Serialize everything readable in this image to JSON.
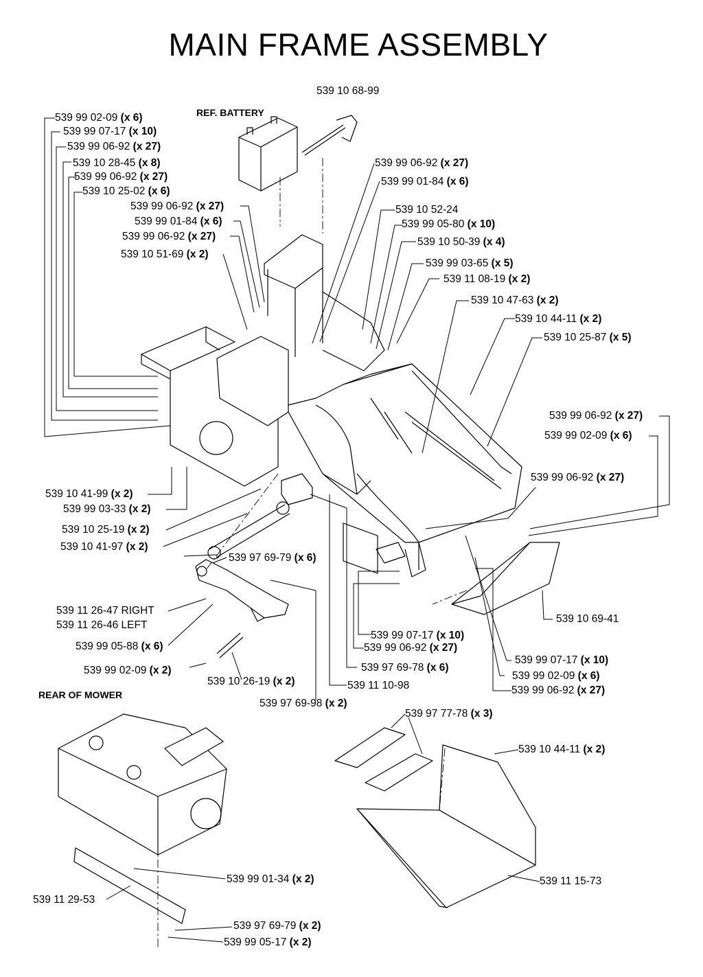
{
  "title": "MAIN FRAME ASSEMBLY",
  "section_labels": {
    "battery": "REF. BATTERY",
    "rear": "REAR OF MOWER"
  },
  "callouts": [
    {
      "part": "539 10 68-99",
      "qty": ""
    },
    {
      "part": "539 99 02-09",
      "qty": "(x 6)"
    },
    {
      "part": "539 99 07-17",
      "qty": "(x 10)"
    },
    {
      "part": "539 99 06-92",
      "qty": "(x 27)"
    },
    {
      "part": "539 10 28-45",
      "qty": "(x 8)"
    },
    {
      "part": "539 99 06-92",
      "qty": "(x 27)"
    },
    {
      "part": "539 10 25-02",
      "qty": "(x 6)"
    },
    {
      "part": "539 99 06-92",
      "qty": "(x 27)"
    },
    {
      "part": "539 99 01-84",
      "qty": "(x 6)"
    },
    {
      "part": "539 99 06-92",
      "qty": "(x 27)"
    },
    {
      "part": "539 10 51-69",
      "qty": "(x 2)"
    },
    {
      "part": "539 99 06-92",
      "qty": "(x 27)"
    },
    {
      "part": "539 99 01-84",
      "qty": "(x 6)"
    },
    {
      "part": "539 10 52-24",
      "qty": ""
    },
    {
      "part": "539 99 05-80",
      "qty": "(x 10)"
    },
    {
      "part": "539 10 50-39",
      "qty": "(x 4)"
    },
    {
      "part": "539 99 03-65",
      "qty": "(x 5)"
    },
    {
      "part": "539 11 08-19",
      "qty": "(x 2)"
    },
    {
      "part": "539 10 47-63",
      "qty": "(x 2)"
    },
    {
      "part": "539 10 44-11",
      "qty": "(x 2)"
    },
    {
      "part": "539 10 25-87",
      "qty": "(x 5)"
    },
    {
      "part": "539 99 06-92",
      "qty": "(x 27)"
    },
    {
      "part": "539 99 02-09",
      "qty": "(x 6)"
    },
    {
      "part": "539 99 06-92",
      "qty": "(x 27)"
    },
    {
      "part": "539 10 41-99",
      "qty": "(x 2)"
    },
    {
      "part": "539 99 03-33",
      "qty": "(x 2)"
    },
    {
      "part": "539 10 25-19",
      "qty": "(x 2)"
    },
    {
      "part": "539 10 41-97",
      "qty": "(x 2)"
    },
    {
      "part": "539 97 69-79",
      "qty": "(x 6)"
    },
    {
      "part": "539 11 26-47 RIGHT",
      "qty": ""
    },
    {
      "part": "539 11 26-46 LEFT",
      "qty": ""
    },
    {
      "part": "539 99 05-88",
      "qty": "(x 6)"
    },
    {
      "part": "539 99 02-09",
      "qty": "(x 2)"
    },
    {
      "part": "539 10 26-19",
      "qty": "(x 2)"
    },
    {
      "part": "539 97 69-98",
      "qty": "(x 2)"
    },
    {
      "part": "539 99 07-17",
      "qty": "(x 10)"
    },
    {
      "part": "539 99 06-92",
      "qty": "(x 27)"
    },
    {
      "part": "539 97 69-78",
      "qty": "(x 6)"
    },
    {
      "part": "539 11 10-98",
      "qty": ""
    },
    {
      "part": "539 10 69-41",
      "qty": ""
    },
    {
      "part": "539 99 07-17",
      "qty": "(x 10)"
    },
    {
      "part": "539 99 02-09",
      "qty": "(x 6)"
    },
    {
      "part": "539 99 06-92",
      "qty": "(x 27)"
    },
    {
      "part": "539 97 77-78",
      "qty": "(x 3)"
    },
    {
      "part": "539 10 44-11",
      "qty": "(x 2)"
    },
    {
      "part": "539 99 01-34",
      "qty": "(x 2)"
    },
    {
      "part": "539 11 29-53",
      "qty": ""
    },
    {
      "part": "539 11 15-73",
      "qty": ""
    },
    {
      "part": "539 97 69-79",
      "qty": "(x 2)"
    },
    {
      "part": "539 99 05-17",
      "qty": "(x 2)"
    }
  ]
}
